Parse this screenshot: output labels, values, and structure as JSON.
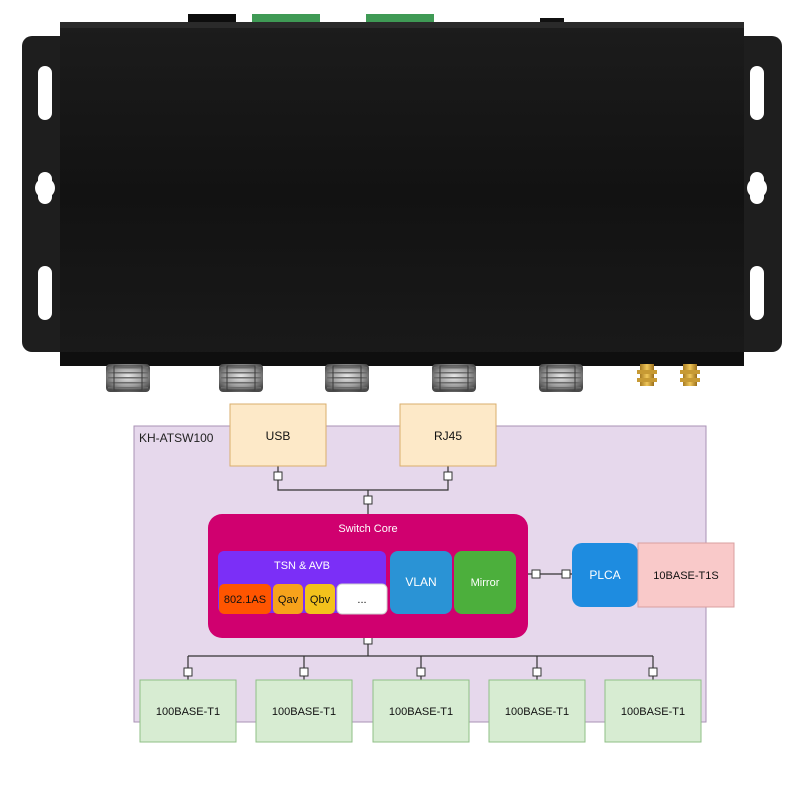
{
  "device": {
    "ports": [
      "m12-port-1",
      "m12-port-2",
      "m12-port-3",
      "m12-port-4",
      "m12-port-5"
    ],
    "antennas": [
      "sma-antenna-1",
      "sma-antenna-2"
    ]
  },
  "diagram": {
    "product_label": "KH-ATSW100",
    "usb_label": "USB",
    "rj45_label": "RJ45",
    "switch_core_label": "Switch Core",
    "tsn_avb_label": "TSN & AVB",
    "feature_8021as": "802.1AS",
    "feature_qav": "Qav",
    "feature_qbv": "Qbv",
    "feature_more": "...",
    "vlan_label": "VLAN",
    "mirror_label": "Mirror",
    "plca_label": "PLCA",
    "t1s_label": "10BASE-T1S",
    "t1_ports": [
      "100BASE-T1",
      "100BASE-T1",
      "100BASE-T1",
      "100BASE-T1",
      "100BASE-T1"
    ]
  },
  "colors": {
    "frame_fill": "#e6d8ec",
    "frame_stroke": "#a892b4",
    "usb_rj45_fill": "#fde9c8",
    "usb_rj45_stroke": "#d9ae6c",
    "switch_core": "#d0006f",
    "tsn_avb": "#7b2ff7",
    "f_8021as": "#ff5500",
    "f_qav": "#f7a21b",
    "f_qbv": "#f3c21c",
    "vlan": "#2a93d5",
    "mirror": "#4caf3c",
    "plca": "#1e8ce0",
    "t1s_fill": "#f9c9c9",
    "t1_fill": "#d7ecd2",
    "t1_stroke": "#8fbf86",
    "device_body": "#161616",
    "device_bracket": "#1d1d1d"
  }
}
